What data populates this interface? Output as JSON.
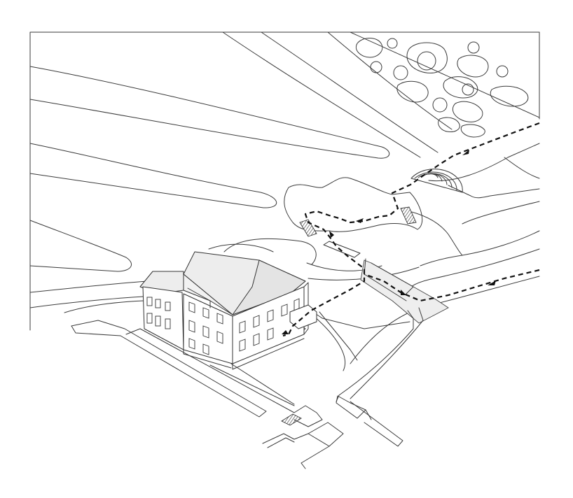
{
  "diagram": {
    "type": "axonometric site drawing",
    "stroke_color": "#3a3a3a",
    "route_color": "#111111",
    "roof_fill": "#ededed",
    "features": [
      "historic-villa",
      "formal-garden-parterre",
      "semicircular-steps",
      "terraced-paths",
      "retaining-walls",
      "dashed-walking-route"
    ],
    "route_arrow_count": 5
  }
}
